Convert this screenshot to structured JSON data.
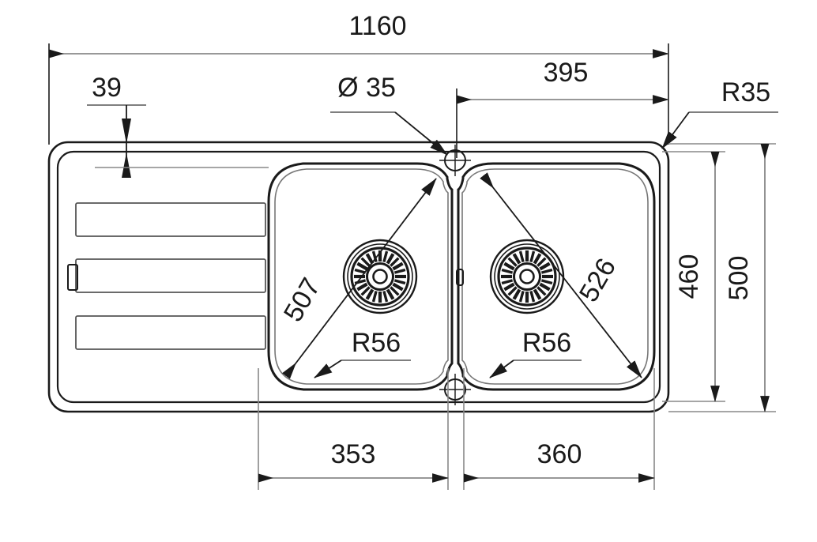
{
  "drawing": {
    "type": "technical-dimension-drawing",
    "subject": "double-bowl-kitchen-sink-with-drainer",
    "view": "top-plan-view",
    "units": "mm",
    "line_color": "#1a1a1a",
    "background_color": "#ffffff"
  },
  "dimensions": {
    "overall_width": "1160",
    "overall_depth": "500",
    "inner_depth": "460",
    "rim_width": "39",
    "tap_hole_diameter": "Ø 35",
    "right_bowl_center_offset": "395",
    "corner_radius": "R35",
    "left_bowl_width": "353",
    "right_bowl_width": "360",
    "left_bowl_diagonal": "507",
    "right_bowl_diagonal": "526",
    "left_bowl_radius": "R56",
    "right_bowl_radius": "R56"
  },
  "labels": [
    {
      "id": "overall-width",
      "text": "1160",
      "rotation": 0
    },
    {
      "id": "rim-width",
      "text": "39",
      "rotation": 0
    },
    {
      "id": "tap-hole-diameter",
      "text": "Ø 35",
      "rotation": 0
    },
    {
      "id": "right-offset",
      "text": "395",
      "rotation": 0
    },
    {
      "id": "corner-radius",
      "text": "R35",
      "rotation": 0
    },
    {
      "id": "inner-depth",
      "text": "460",
      "rotation": -90
    },
    {
      "id": "overall-depth",
      "text": "500",
      "rotation": -90
    },
    {
      "id": "left-bowl-diagonal",
      "text": "507",
      "rotation": -60
    },
    {
      "id": "right-bowl-diagonal",
      "text": "526",
      "rotation": -60
    },
    {
      "id": "left-bowl-radius",
      "text": "R56",
      "rotation": 0
    },
    {
      "id": "right-bowl-radius",
      "text": "R56",
      "rotation": 0
    },
    {
      "id": "left-bowl-width",
      "text": "353",
      "rotation": 0
    },
    {
      "id": "right-bowl-width",
      "text": "360",
      "rotation": 0
    }
  ],
  "features": {
    "drainer_ribs_count": 3,
    "bowls_count": 2,
    "drains_count": 2,
    "tap_holes_count": 2,
    "overflow_slot": true
  }
}
